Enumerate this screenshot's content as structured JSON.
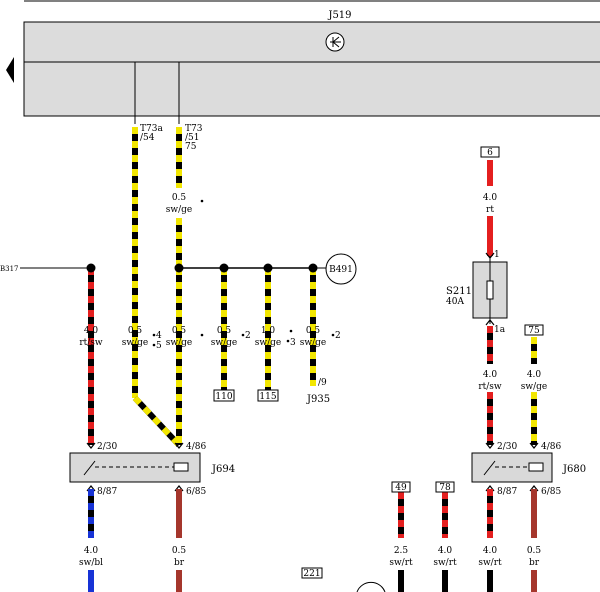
{
  "colors": {
    "yellow": "#f2e600",
    "black": "#000000",
    "red": "#e41f1f",
    "blue": "#1733d6",
    "brown": "#a5362c",
    "module_fill": "#dcdcdc",
    "fuse_fill": "#d9d9d9"
  },
  "modules": {
    "j519": {
      "label": "J519"
    },
    "j694": {
      "label": "J694"
    },
    "j680": {
      "label": "J680"
    },
    "j935": {
      "label": "J935"
    },
    "b491": {
      "label": "B491"
    },
    "b317": {
      "label": "B317"
    },
    "s211": {
      "label": "S211",
      "rating": "40A"
    }
  },
  "pins": {
    "t73a": "T73a",
    "t73a_pin": "/54",
    "t73": "T73",
    "t73_pin": "/51",
    "t73_extra": "75",
    "j694_in_left": "2/30",
    "j694_in_right": "4/86",
    "j694_out_left": "8/87",
    "j694_out_right": "6/85",
    "j680_in_left": "2/30",
    "j680_in_right": "4/86",
    "j680_out_left": "8/87",
    "j680_out_right": "6/85",
    "fuse_in": "1",
    "fuse_out": "1a",
    "j935_pin": "/9"
  },
  "wires": {
    "w_b317": {
      "size": "4.0",
      "color": "rt/sw"
    },
    "w_54": {
      "size": "0.5",
      "color": "sw/ge"
    },
    "w_51_top": {
      "size": "0.5",
      "color": "sw/ge"
    },
    "w_51": {
      "size": "0.5",
      "color": "sw/ge"
    },
    "w_110": {
      "size": "0.5",
      "color": "sw/ge"
    },
    "w_115": {
      "size": "1.0",
      "color": "sw/ge"
    },
    "w_j935": {
      "size": "0.5",
      "color": "sw/ge"
    },
    "w_6": {
      "size": "4.0",
      "color": "rt"
    },
    "w_fuse_out": {
      "size": "4.0",
      "color": "rt/sw"
    },
    "w_75": {
      "size": "4.0",
      "color": "sw/ge"
    },
    "w_j694_87": {
      "size": "4.0",
      "color": "sw/bl"
    },
    "w_j694_85": {
      "size": "0.5",
      "color": "br"
    },
    "w_49": {
      "size": "2.5",
      "color": "sw/rt"
    },
    "w_78": {
      "size": "4.0",
      "color": "sw/rt"
    },
    "w_j680_87": {
      "size": "4.0",
      "color": "sw/rt"
    },
    "w_j680_85": {
      "size": "0.5",
      "color": "br"
    }
  },
  "refs": {
    "r4": "4",
    "r5": "5",
    "r2a": "2",
    "r3": "3",
    "r2b": "2",
    "box_110": "110",
    "box_115": "115",
    "box_6": "6",
    "box_75": "75",
    "box_49": "49",
    "box_78": "78",
    "box_221": "221"
  }
}
